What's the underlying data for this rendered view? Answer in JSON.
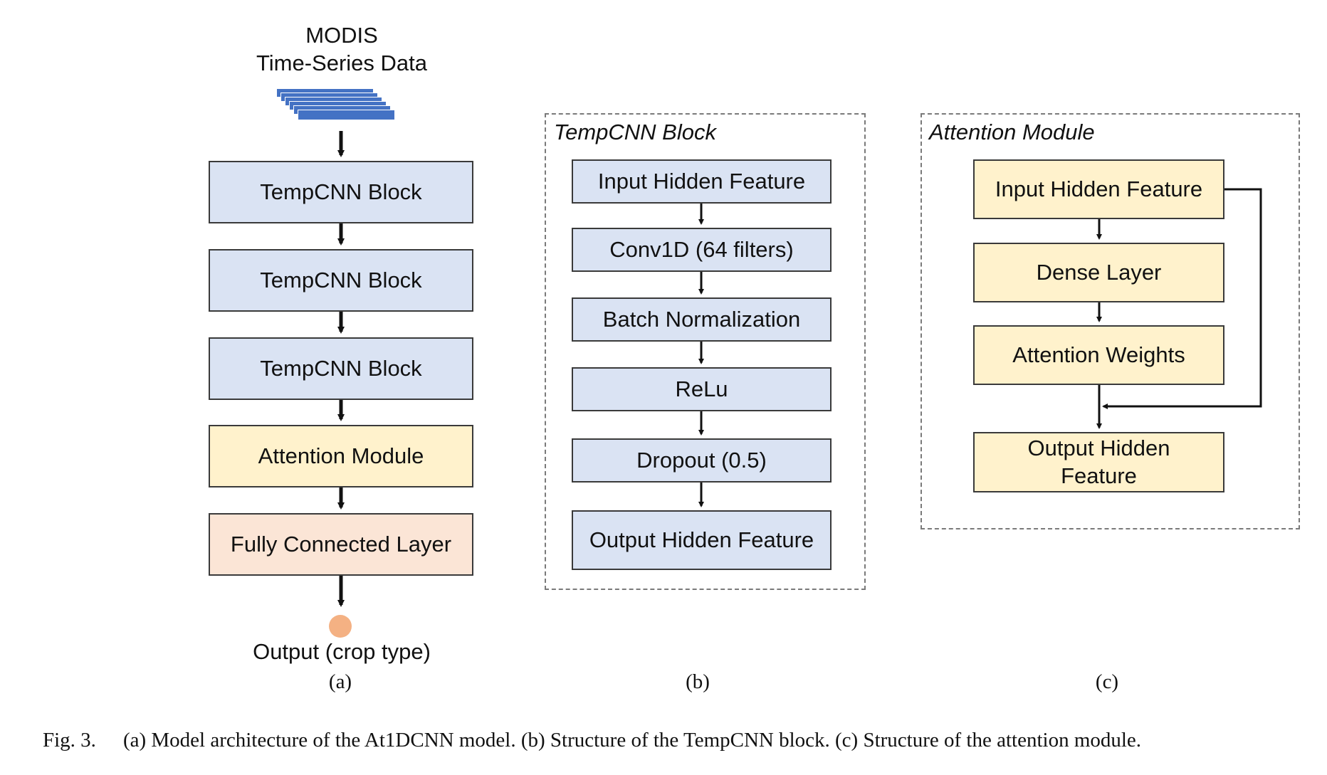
{
  "panel_a": {
    "input_title_line1": "MODIS",
    "input_title_line2": "Time-Series Data",
    "blocks": [
      "TempCNN Block",
      "TempCNN Block",
      "TempCNN Block",
      "Attention Module",
      "Fully Connected Layer"
    ],
    "output_label": "Output (crop type)",
    "sublabel": "(a)",
    "colors": {
      "tempcnn": "#dae3f3",
      "attention": "#fff2cc",
      "fc": "#fbe5d6",
      "output_node": "#f4b183",
      "data_stack": "#4472c4"
    }
  },
  "panel_b": {
    "title": "TempCNN Block",
    "blocks": [
      "Input Hidden Feature",
      "Conv1D (64 filters)",
      "Batch Normalization",
      "ReLu",
      "Dropout (0.5)",
      "Output Hidden Feature"
    ],
    "sublabel": "(b)"
  },
  "panel_c": {
    "title": "Attention Module",
    "blocks": [
      "Input Hidden Feature",
      "Dense Layer",
      "Attention Weights",
      "Output Hidden Feature"
    ],
    "output_line1": "Output Hidden",
    "output_line2": "Feature",
    "sublabel": "(c)"
  },
  "caption": {
    "fig_label": "Fig. 3.",
    "text": "(a) Model architecture of the At1DCNN model. (b) Structure of the TempCNN block. (c) Structure of the attention module."
  }
}
